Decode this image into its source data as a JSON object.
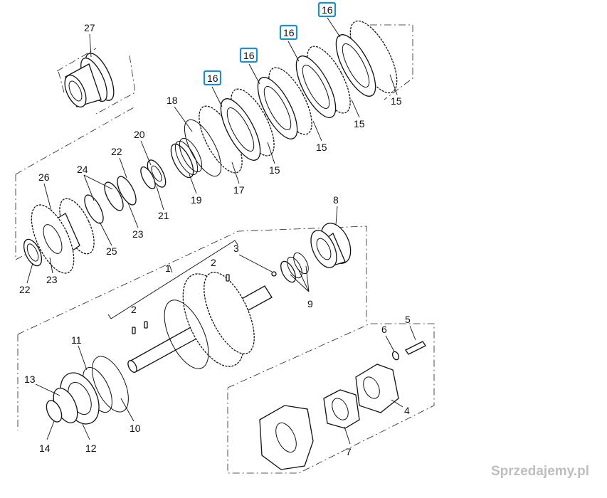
{
  "diagram": {
    "callouts": [
      {
        "id": "c27",
        "text": "27"
      },
      {
        "id": "c18",
        "text": "18"
      },
      {
        "id": "c20",
        "text": "20"
      },
      {
        "id": "c22a",
        "text": "22"
      },
      {
        "id": "c24",
        "text": "24"
      },
      {
        "id": "c26",
        "text": "26"
      },
      {
        "id": "c19",
        "text": "19"
      },
      {
        "id": "c21",
        "text": "21"
      },
      {
        "id": "c23a",
        "text": "23"
      },
      {
        "id": "c25",
        "text": "25"
      },
      {
        "id": "c22b",
        "text": "22"
      },
      {
        "id": "c23b",
        "text": "23"
      },
      {
        "id": "c17",
        "text": "17"
      },
      {
        "id": "c15a",
        "text": "15"
      },
      {
        "id": "c15b",
        "text": "15"
      },
      {
        "id": "c15c",
        "text": "15"
      },
      {
        "id": "c15d",
        "text": "15"
      },
      {
        "id": "c8",
        "text": "8"
      },
      {
        "id": "c3",
        "text": "3"
      },
      {
        "id": "c1",
        "text": "1"
      },
      {
        "id": "c2a",
        "text": "2"
      },
      {
        "id": "c2b",
        "text": "2"
      },
      {
        "id": "c9",
        "text": "9"
      },
      {
        "id": "c11",
        "text": "11"
      },
      {
        "id": "c13",
        "text": "13"
      },
      {
        "id": "c10",
        "text": "10"
      },
      {
        "id": "c14",
        "text": "14"
      },
      {
        "id": "c12",
        "text": "12"
      },
      {
        "id": "c6",
        "text": "6"
      },
      {
        "id": "c5",
        "text": "5"
      },
      {
        "id": "c4",
        "text": "4"
      },
      {
        "id": "c7",
        "text": "7"
      }
    ],
    "highlighted_callouts": [
      {
        "id": "h1",
        "text": "16"
      },
      {
        "id": "h2",
        "text": "16"
      },
      {
        "id": "h3",
        "text": "16"
      },
      {
        "id": "h4",
        "text": "16"
      }
    ],
    "highlight_color": "#1f8fc9",
    "watermark": "Sprzedajemy.pl"
  }
}
